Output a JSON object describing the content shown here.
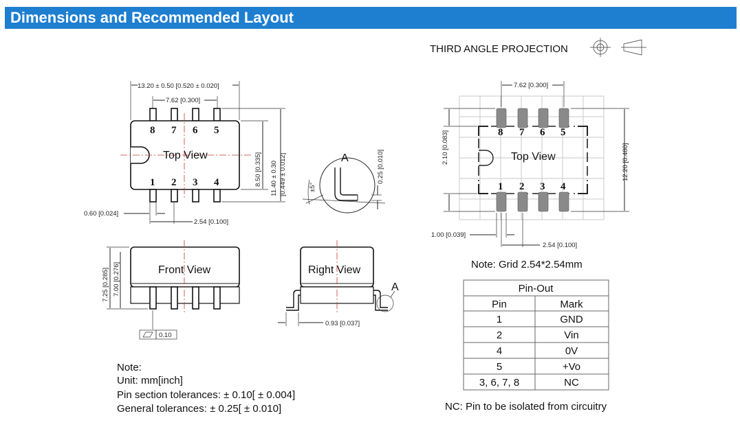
{
  "header": {
    "title": "Dimensions and Recommended Layout"
  },
  "projection": {
    "label": "THIRD ANGLE PROJECTION"
  },
  "top_view": {
    "title": "Top View",
    "top_pins": [
      "8",
      "7",
      "6",
      "5"
    ],
    "bottom_pins": [
      "1",
      "2",
      "3",
      "4"
    ],
    "dims": {
      "overall_width": "13.20 ± 0.50 [0.520 ± 0.020]",
      "row_span": "7.62 [0.300]",
      "body_height": "8.50 [0.335]",
      "overall_length_mm": "11.40 ± 0.30",
      "overall_length_in": "[0.449 ± 0.012]",
      "pin_width": "0.60 [0.024]",
      "pitch": "2.54 [0.100]"
    }
  },
  "detail_a": {
    "label": "A",
    "angle": "±5°",
    "lead_thickness": "0.25 [0.010]"
  },
  "front_view": {
    "title": "Front View",
    "height_1": "7.25 [0.285]",
    "height_2": "7.00 [0.276]",
    "flatness": "0.10"
  },
  "right_view": {
    "title": "Right View",
    "detail_ref": "A",
    "lead_length": "0.93 [0.037]"
  },
  "layout": {
    "title": "Top View",
    "top_pins": [
      "8",
      "7",
      "6",
      "5"
    ],
    "bottom_pins": [
      "1",
      "2",
      "3",
      "4"
    ],
    "dims": {
      "row_span": "7.62 [0.300]",
      "pad_length": "2.10 [0.083]",
      "total_length": "12.20 [0.480]",
      "pad_width": "1.00 [0.039]",
      "pitch": "2.54 [0.100]"
    },
    "grid_note": "Note: Grid 2.54*2.54mm"
  },
  "notes": {
    "heading": "Note:",
    "unit": "Unit: mm[inch]",
    "pin_tol": "Pin section tolerances:  ± 0.10[ ± 0.004]",
    "gen_tol": "General tolerances:  ± 0.25[ ± 0.010]"
  },
  "pinout": {
    "title": "Pin-Out",
    "headers": [
      "Pin",
      "Mark"
    ],
    "rows": [
      [
        "1",
        "GND"
      ],
      [
        "2",
        "Vin"
      ],
      [
        "4",
        "0V"
      ],
      [
        "5",
        "+Vo"
      ],
      [
        "3, 6, 7, 8",
        "NC"
      ]
    ],
    "footnote": "NC: Pin to be isolated from circuitry"
  }
}
